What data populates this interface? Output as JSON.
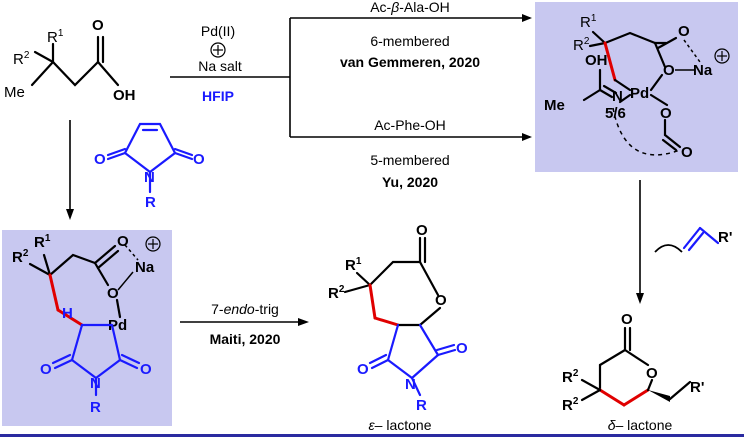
{
  "reaction": {
    "catalyst_line1": "Pd(II)",
    "catalyst_line2": "Na salt",
    "solvent": "HFIP",
    "top_route": {
      "ligand_line1": "Ac-",
      "ligand_beta": "β",
      "ligand_line2": "-Ala-OH",
      "ring": "6-membered",
      "ref": "van Gemmeren, 2020"
    },
    "bottom_route": {
      "ligand": "Ac-Phe-OH",
      "ring": "5-membered",
      "ref": "Yu, 2020"
    },
    "cyclization": {
      "mode_prefix": "7-",
      "mode_italic": "endo",
      "mode_suffix": "-trig",
      "ref": "Maiti, 2020"
    },
    "palladacycle_label": "5/6",
    "olefin_substituent": "R'",
    "product_eps_symbol": "ε",
    "product_eps": "– lactone",
    "product_delta_symbol": "δ",
    "product_delta": "– lactone"
  },
  "colors": {
    "highlight_box": "#c8c8f0",
    "blue": "#1a1aff",
    "red": "#e00000",
    "bottom_rule": "#2a2aa0"
  }
}
